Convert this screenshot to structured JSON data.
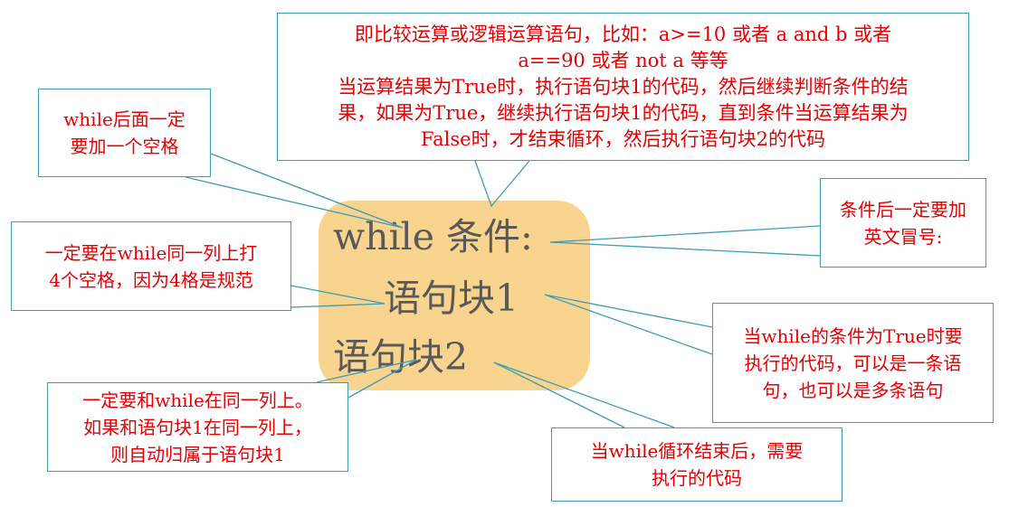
{
  "code_block": {
    "line1": "while 条件:",
    "line2": "语句块1",
    "line3": "语句块2"
  },
  "callouts": {
    "condition": {
      "lines": [
        "即比较运算或逻辑运算语句，比如：a>=10 或者 a and b 或者",
        "a==90 或者 not a 等等",
        "当运算结果为True时，执行语句块1的代码，然后继续判断条件的结",
        "果，如果为True，继续执行语句块1的代码，直到条件当运算结果为",
        "False时，才结束循环，然后执行语句块2的代码"
      ]
    },
    "space": {
      "lines": [
        "while后面一定",
        "要加一个空格"
      ]
    },
    "colon": {
      "lines": [
        "条件后一定要加",
        "英文冒号:"
      ]
    },
    "indent": {
      "lines": [
        "一定要在while同一列上打",
        "4个空格，因为4格是规范"
      ]
    },
    "block1": {
      "lines": [
        "当while的条件为True时要",
        "执行的代码，可以是一条语",
        "句，也可以是多条语句"
      ]
    },
    "block2_alignment": {
      "lines": [
        "一定要和while在同一列上。",
        "如果和语句块1在同一列上，",
        "则自动归属于语句块1"
      ]
    },
    "block2_after": {
      "lines": [
        "当while循环结束后，需要",
        "执行的代码"
      ]
    }
  },
  "colors": {
    "code_background": "#F9D48E",
    "code_text": "#595959",
    "callout_border": "#3E9DB5",
    "callout_text": "#E60000"
  }
}
